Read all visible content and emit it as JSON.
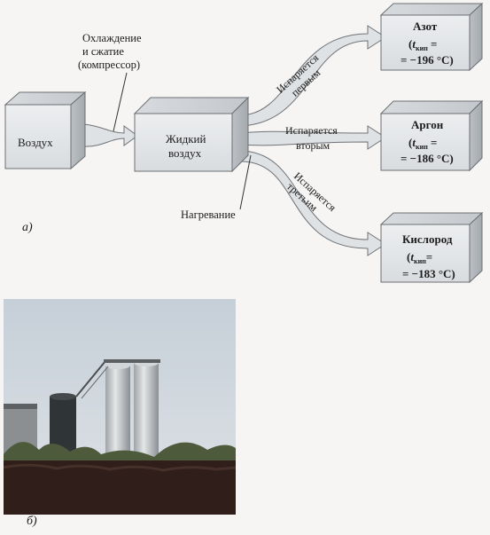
{
  "boxes": {
    "air": "Воздух",
    "liquid_air_1": "Жидкий",
    "liquid_air_2": "воздух",
    "nitrogen": {
      "name": "Азот",
      "t": "t",
      "sub": "кип",
      "eq": " =",
      "value": "= −196 °C)"
    },
    "argon": {
      "name": "Аргон",
      "t": "t",
      "sub": "кип",
      "eq": " =",
      "value": "= −186 °C)"
    },
    "oxygen": {
      "name": "Кислород",
      "t": "t",
      "sub": "кип",
      "eq": "=",
      "value": "= −183 °C)"
    }
  },
  "notes": {
    "cooling_1": "Охлаждение",
    "cooling_2": "и сжатие",
    "cooling_3": "(компрессор)",
    "heating": "Нагревание"
  },
  "flows": {
    "first_1": "Испаряется",
    "first_2": "первым",
    "second_1": "Испаряется",
    "second_2": "вторым",
    "third_1": "Испаряется",
    "third_2": "третьим"
  },
  "parts": {
    "a": "а)",
    "b": "б)"
  },
  "colors": {
    "background": "#f6f5f3",
    "box_front": "#e6e8ea",
    "box_top": "#d2d5d8",
    "box_side": "#b4b8bc",
    "arrow": "#dfe2e4",
    "hedge": "#2f1e1a",
    "sky": "#cfd7df"
  }
}
